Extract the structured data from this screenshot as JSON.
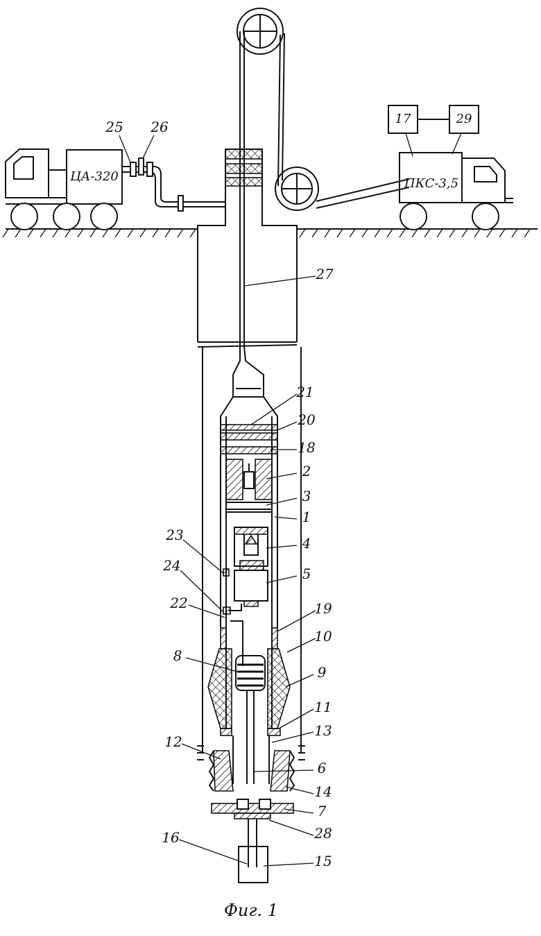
{
  "caption": "Фиг. 1",
  "devices": {
    "pump_truck": "ЦА-320",
    "logging_truck": "ПКС-3,5",
    "box_17": "17",
    "box_29": "29"
  },
  "labels": {
    "l1": "1",
    "l2": "2",
    "l3": "3",
    "l4": "4",
    "l5": "5",
    "l6": "6",
    "l7": "7",
    "l8": "8",
    "l9": "9",
    "l10": "10",
    "l11": "11",
    "l12": "12",
    "l13": "13",
    "l14": "14",
    "l15": "15",
    "l16": "16",
    "l18": "18",
    "l19": "19",
    "l20": "20",
    "l21": "21",
    "l22": "22",
    "l23": "23",
    "l24": "24",
    "l25": "25",
    "l26": "26",
    "l27": "27",
    "l28": "28"
  }
}
